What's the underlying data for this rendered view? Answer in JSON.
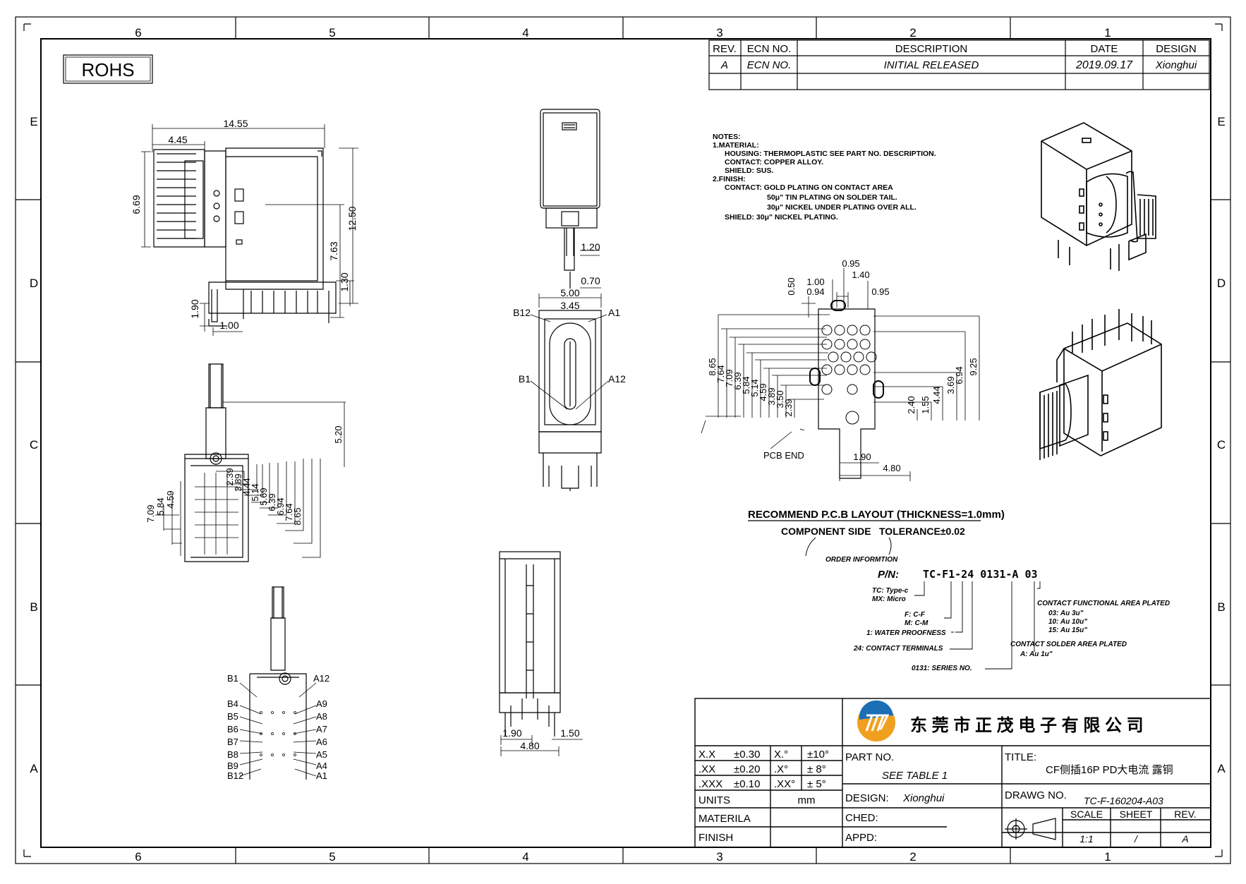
{
  "zones": {
    "columns": [
      "6",
      "5",
      "4",
      "3",
      "2",
      "1"
    ],
    "rows": [
      "E",
      "D",
      "C",
      "B",
      "A"
    ]
  },
  "rohs": "ROHS",
  "revision_table": {
    "headers": [
      "REV.",
      "ECN  NO.",
      "DESCRIPTION",
      "DATE",
      "DESIGN"
    ],
    "row": [
      "A",
      "ECN  NO.",
      "INITIAL  RELEASED",
      "2019.09.17",
      "Xionghui"
    ]
  },
  "notes": [
    "NOTES:",
    "1.MATERIAL:",
    "HOUSING:  THERMOPLASTIC  SEE  PART  NO.  DESCRIPTION.",
    "CONTACT:  COPPER  ALLOY.",
    "SHIELD:  SUS.",
    "2.FINISH:",
    "CONTACT:  GOLD  PLATING  ON  CONTACT  AREA",
    "50μ\"  TIN  PLATING  ON  SOLDER  TAIL.",
    "30μ\"  NICKEL  UNDER  PLATING  OVER  ALL.",
    "SHIELD:  30μ\"  NICKEL  PLATING."
  ],
  "dims_side": {
    "d1455": "14.55",
    "d445": "4.45",
    "d669": "6.69",
    "d1250": "12.50",
    "d763": "7.63",
    "d130": "1.30",
    "d190": "1.90",
    "d100": "1.00"
  },
  "dims_front": {
    "d120": "1.20",
    "d070": "0.70",
    "d500": "5.00",
    "d345": "3.45",
    "b12": "B12",
    "a1": "A1",
    "b1": "B1",
    "a12": "A12"
  },
  "dims_bottom": {
    "d520": "5.20",
    "left": [
      "7.09",
      "5.84",
      "4.59"
    ],
    "right": [
      "2.39",
      "3.89",
      "4.44",
      "5.14",
      "5.69",
      "6.39",
      "6.94",
      "7.64",
      "8.65"
    ]
  },
  "pin_view": {
    "left": [
      "B1",
      "B4",
      "B5",
      "B6",
      "B7",
      "B8",
      "B9",
      "B12"
    ],
    "right": [
      "A12",
      "A9",
      "A8",
      "A7",
      "A6",
      "A5",
      "A4",
      "A1"
    ]
  },
  "dims_rear": {
    "d190": "1.90",
    "d480": "4.80",
    "d150": "1.50"
  },
  "pcb_layout": {
    "top": [
      "0.95",
      "1.40",
      "1.00",
      "0.94",
      "0.95",
      "0.50"
    ],
    "left": [
      "8.65",
      "7.64",
      "7.09",
      "6.39",
      "5.84",
      "5.14",
      "4.59",
      "3.89",
      "3.50",
      "2.39"
    ],
    "right": [
      "2.40",
      "1.55",
      "4.44",
      "3.69",
      "6.94",
      "9.25"
    ],
    "bottom": [
      "1.90",
      "4.80"
    ],
    "pcb_end": "PCB END",
    "title": "RECOMMEND P.C.B LAYOUT (THICKNESS=1.0mm)",
    "component_side": "COMPONENT SIDE",
    "tolerance": "TOLERANCE±0.02"
  },
  "order_info": {
    "heading": "ORDER INFORMTION",
    "pn_label": "P/N:",
    "pn_value": "TC-F1-24 0131-A 03",
    "tc": "TC: Type-c",
    "mx": "MX: Micro",
    "ff": "F: C-F",
    "mm": "M: C-M",
    "water": "1:  WATER  PROOFNESS",
    "contacts": "24:  CONTACT  TERMINALS",
    "series": "0131:  SERIES  NO.",
    "cf_title": "CONTACT  FUNCTIONAL  AREA  PLATED",
    "cf_03": "03:  Au  3u\"",
    "cf_10": "10:  Au  10u\"",
    "cf_15": "15:  Au  15u\"",
    "cs_title": "CONTACT  SOLDER  AREA  PLATED",
    "cs_a": "A:  Au  1u\""
  },
  "title_block": {
    "company": "东 莞 市 正 茂 电 子 有 限 公 司",
    "tol": [
      [
        "X.X",
        "±0.30",
        "X.°",
        "±10°"
      ],
      [
        ".XX",
        "±0.20",
        ".X°",
        "±  8°"
      ],
      [
        ".XXX",
        "±0.10",
        ".XX°",
        "±  5°"
      ]
    ],
    "units_label": "UNITS",
    "units_value": "mm",
    "materila_label": "MATERILA",
    "finish_label": "FINISH",
    "part_no_label": "PART  NO.",
    "part_no_value": "SEE  TABLE  1",
    "design_label": "DESIGN:",
    "design_value": "Xionghui",
    "ched_label": "CHED:",
    "appd_label": "APPD:",
    "title_label": "TITLE:",
    "title_value": "CF侧插16P PD大电流 露铜",
    "drawg_label": "DRAWG  NO.",
    "drawg_value": "TC-F-160204-A03",
    "scale_label": "SCALE",
    "scale_value": "1:1",
    "sheet_label": "SHEET",
    "sheet_value": "/",
    "rev_label": "REV.",
    "rev_value": "A"
  }
}
